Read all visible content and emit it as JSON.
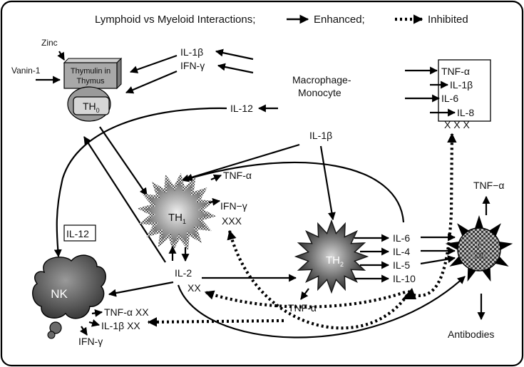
{
  "legend": {
    "title": "Lymphoid vs Myeloid Interactions;",
    "enhanced": "Enhanced;",
    "inhibited": "Inhibited"
  },
  "thymus": {
    "zinc": "Zinc",
    "vanin": "Vanin-1",
    "line1": "Thymulin in",
    "line2": "Thymus",
    "th0_main": "TH",
    "th0_sub": "0"
  },
  "top_inputs": {
    "il1b": "IL-1β",
    "ifng": "IFN-γ"
  },
  "il12_top": "IL-12",
  "il1b_mid": "IL-1β",
  "macrophage": {
    "line1": "Macrophage-",
    "line2": "Monocyte",
    "box": {
      "tnfa": "TNF-α",
      "il1b": "IL-1β",
      "il6": "IL-6",
      "il8": "IL-8"
    },
    "xxx": "X X X"
  },
  "th1": {
    "main": "TH",
    "sub": "1",
    "tnfa": "TNF-α",
    "ifng": "IFN−γ",
    "xxx": "XXX"
  },
  "nk": {
    "il12_box": "IL-12",
    "label": "NK"
  },
  "il2": {
    "label": "IL-2",
    "xx": "XX"
  },
  "nk_outputs": {
    "tnfa": "TNF-α XX",
    "il1b": "IL-1β XX",
    "ifng": "IFN-γ"
  },
  "th2": {
    "main": "TH",
    "sub": "2",
    "tnfa": "TNF-α",
    "il6": "IL-6",
    "il4": "IL-4",
    "il5": "IL-5",
    "il10": "IL-10"
  },
  "bcell": {
    "line1": "B",
    "line2": "Cell",
    "tnfa": "TNF−α",
    "antibodies": "Antibodies"
  }
}
